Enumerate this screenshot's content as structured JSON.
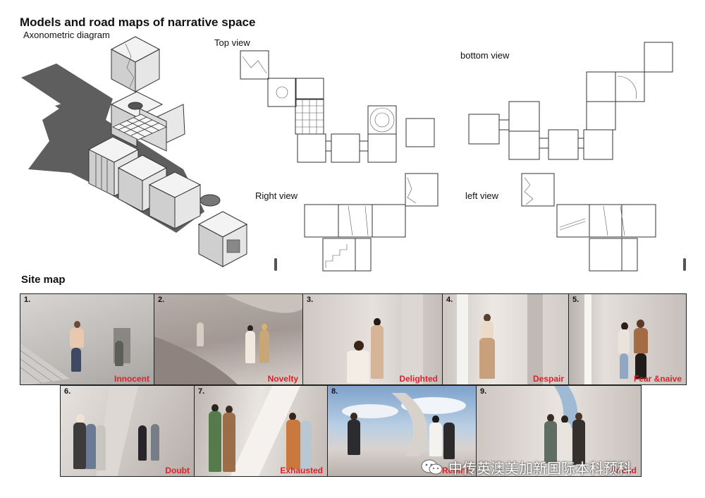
{
  "title": "Models and road maps of narrative space",
  "labels": {
    "axonometric": "Axonometric diagram",
    "top_view": "Top view",
    "bottom_view": "bottom view",
    "right_view": "Right view",
    "left_view": "left view",
    "site_map": "Site map"
  },
  "scenes": [
    {
      "num": "1.",
      "caption": "Innocent"
    },
    {
      "num": "2.",
      "caption": "Novelty"
    },
    {
      "num": "3.",
      "caption": "Delighted"
    },
    {
      "num": "4.",
      "caption": "Despair"
    },
    {
      "num": "5.",
      "caption": "Fear &naive"
    },
    {
      "num": "6.",
      "caption": "Doubt"
    },
    {
      "num": "7.",
      "caption": "Exhausted"
    },
    {
      "num": "8.",
      "caption": "Rebirth"
    },
    {
      "num": "9.",
      "caption": "Friend"
    }
  ],
  "watermark": "中传英澳美加新国际本科预科",
  "colors": {
    "caption": "#e0202a",
    "shadow": "#5e5e5e"
  }
}
